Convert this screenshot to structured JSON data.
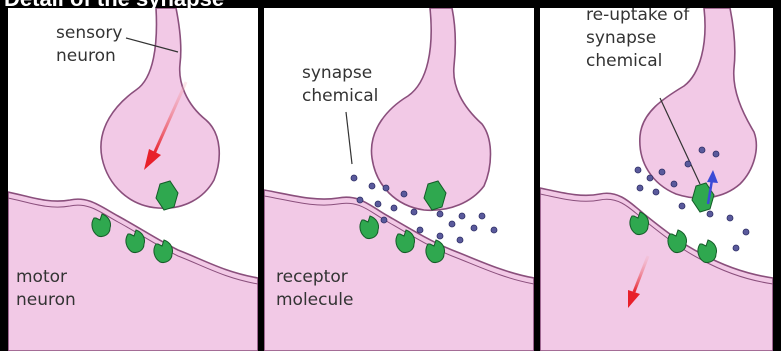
{
  "header": {
    "title_fragment": "Detail of the synapse"
  },
  "colors": {
    "neuron_fill": "#f2c9e6",
    "neuron_edge": "#8a4f7c",
    "receptor": "#2fa84f",
    "chemical": "#5a5a9c",
    "arrow": "#e8202a"
  },
  "panels": [
    {
      "labels": [
        {
          "lines": [
            "sensory",
            "neuron"
          ]
        },
        {
          "lines": [
            "motor",
            "neuron"
          ]
        }
      ]
    },
    {
      "labels": [
        {
          "lines": [
            "synapse",
            "chemical"
          ]
        },
        {
          "lines": [
            "receptor",
            "molecule"
          ]
        }
      ]
    },
    {
      "labels": [
        {
          "lines": [
            "re-uptake of",
            "synapse",
            "chemical"
          ]
        }
      ]
    }
  ]
}
